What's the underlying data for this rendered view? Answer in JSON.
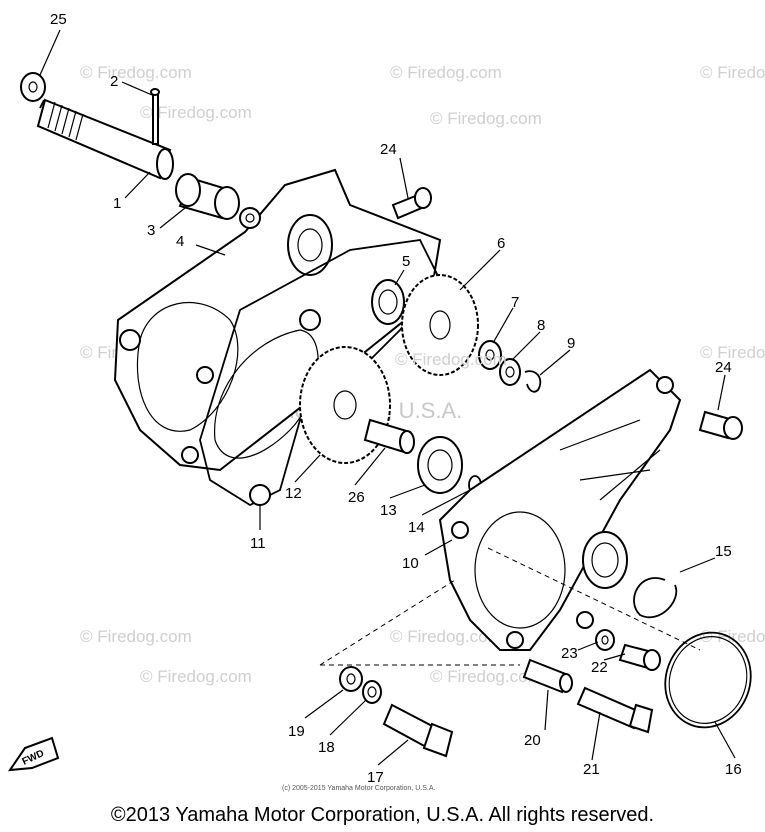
{
  "watermarks": {
    "site": "© Firedog.com",
    "site_center": "© Firedog.com",
    "corp": "Yamaha Motor Corp, U.S.A."
  },
  "diagram": {
    "small_copyright": "(c) 2005-2015 Yamaha Motor Corporation, U.S.A.",
    "fwd_label": "FWD",
    "callouts": [
      "25",
      "2",
      "1",
      "3",
      "4",
      "24",
      "6",
      "5",
      "7",
      "8",
      "9",
      "24",
      "12",
      "26",
      "13",
      "14",
      "11",
      "10",
      "15",
      "23",
      "22",
      "19",
      "18",
      "17",
      "20",
      "21",
      "16"
    ]
  },
  "footer": {
    "copyright": "©2013 Yamaha Motor Corporation, U.S.A. All rights reserved."
  }
}
